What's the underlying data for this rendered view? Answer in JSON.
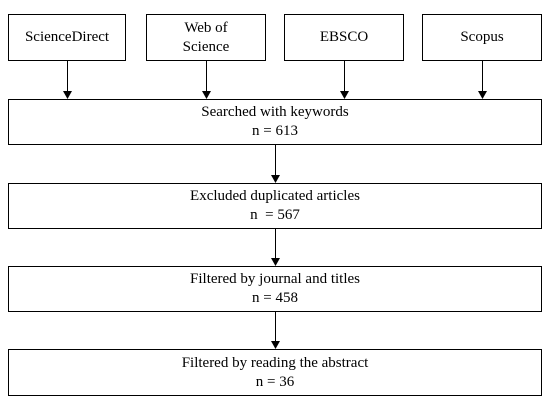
{
  "sources": [
    {
      "lines": [
        "ScienceDirect"
      ]
    },
    {
      "lines": [
        "Web of",
        "Science"
      ]
    },
    {
      "lines": [
        "EBSCO"
      ]
    },
    {
      "lines": [
        "Scopus"
      ]
    }
  ],
  "steps": [
    {
      "label": "Searched with keywords",
      "count": "n = 613"
    },
    {
      "label": "Excluded duplicated articles",
      "count": "n  = 567"
    },
    {
      "label": "Filtered by journal and titles",
      "count": "n = 458"
    },
    {
      "label": "Filtered by reading the abstract",
      "count": "n = 36"
    }
  ],
  "colors": {
    "stroke": "#000000",
    "background": "#ffffff"
  }
}
